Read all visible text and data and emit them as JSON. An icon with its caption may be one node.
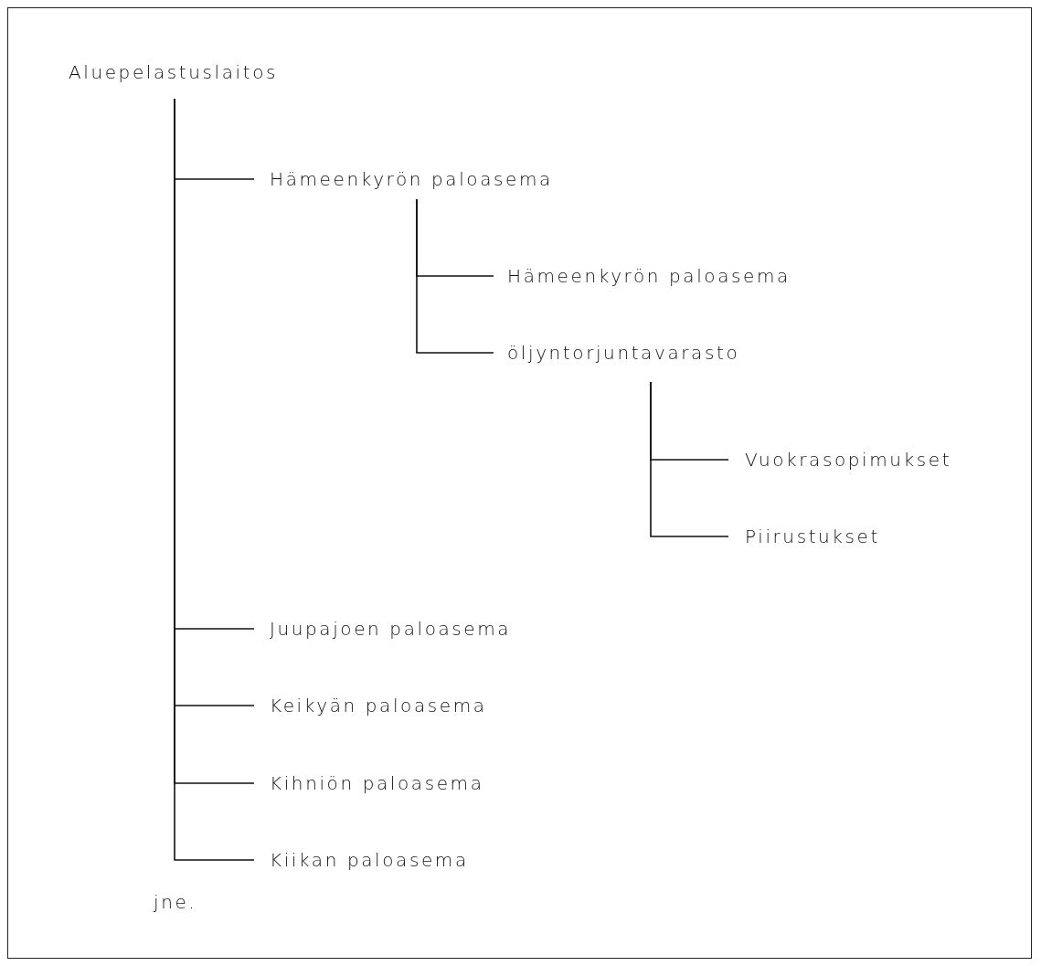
{
  "diagram": {
    "nodes": [
      {
        "text": [
          "Aluepelastuslaitos"
        ]
      },
      {
        "text": [
          "Hämeenkyrön paloasema"
        ]
      },
      {
        "text": [
          "Hämeenkyrön paloasema"
        ]
      },
      {
        "text": [
          "öljyntorjuntavarasto"
        ]
      },
      {
        "text": [
          "Vuokrasopimukset"
        ]
      },
      {
        "text": [
          "Piirustukset"
        ]
      },
      {
        "text": [
          "Juupajoen paloasema"
        ]
      },
      {
        "text": [
          "Keikyän paloasema"
        ]
      },
      {
        "text": [
          "Kihniön paloasema"
        ]
      },
      {
        "text": [
          "Kiikan paloasema"
        ]
      }
    ],
    "edges": [
      {
        "from": 0,
        "to": 1,
        "arrow": "none"
      },
      {
        "from": 1,
        "to": 2,
        "arrow": "none"
      },
      {
        "from": 1,
        "to": 3,
        "arrow": "none"
      },
      {
        "from": 3,
        "to": 4,
        "arrow": "none"
      },
      {
        "from": 3,
        "to": 5,
        "arrow": "none"
      },
      {
        "from": 0,
        "to": 6,
        "arrow": "none"
      },
      {
        "from": 0,
        "to": 7,
        "arrow": "none"
      },
      {
        "from": 0,
        "to": 8,
        "arrow": "none"
      },
      {
        "from": 0,
        "to": 9,
        "arrow": "none"
      }
    ],
    "labels": [
      "jne."
    ]
  }
}
